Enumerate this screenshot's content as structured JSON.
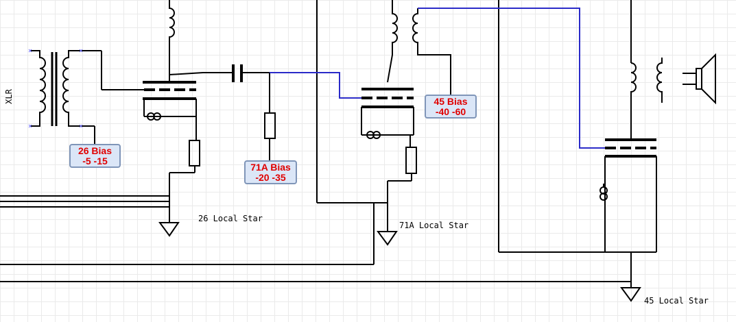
{
  "labels": {
    "xlr": "XLR",
    "bias_26": {
      "line1": "26 Bias",
      "line2": "-5 -15"
    },
    "bias_71a": {
      "line1": "71A Bias",
      "line2": "-20 -35"
    },
    "bias_45": {
      "line1": "45 Bias",
      "line2": "-40 -60"
    },
    "star_26": "26 Local Star",
    "star_71a": "71A Local Star",
    "star_45": "45 Local Star"
  },
  "colors": {
    "wire": "#000000",
    "signal_wire": "#2a2ac8",
    "bias_text": "#e00000",
    "bias_fill": "#dbe6f7"
  }
}
